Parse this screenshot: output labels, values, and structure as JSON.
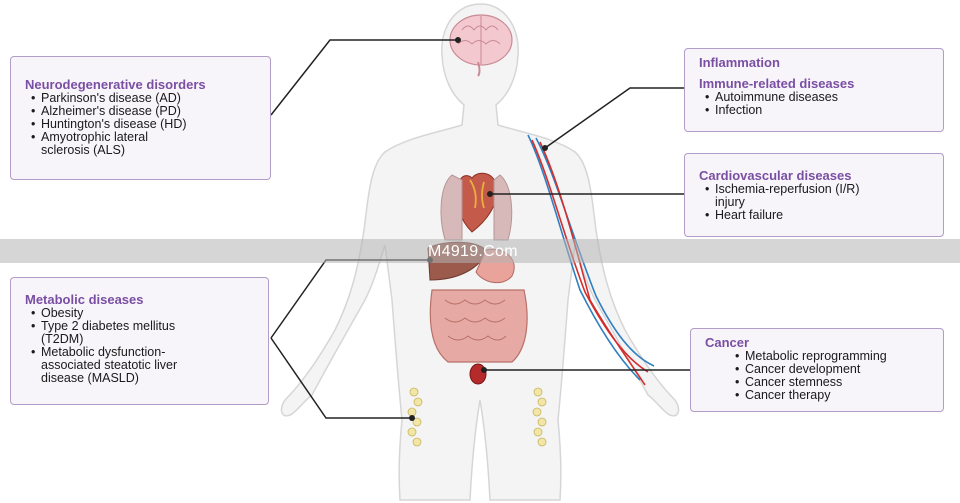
{
  "boxes": {
    "neuro": {
      "title": "Neurodegenerative disorders",
      "items": [
        "Parkinson's disease (AD)",
        "Alzheimer's disease (PD)",
        "Huntington's disease (HD)",
        "Amyotrophic lateral",
        "sclerosis (ALS)"
      ]
    },
    "inflammation": {
      "title": "Inflammation",
      "subtitle": "Immune-related diseases",
      "items": [
        "Autoimmune diseases",
        "Infection"
      ]
    },
    "cardio": {
      "title": "Cardiovascular diseases",
      "items": [
        "Ischemia-reperfusion (I/R)",
        "injury",
        "Heart failure"
      ]
    },
    "metabolic": {
      "title": "Metabolic diseases",
      "items": [
        "Obesity",
        "Type 2 diabetes mellitus",
        "(T2DM)",
        "Metabolic dysfunction-",
        "associated steatotic liver",
        "disease (MASLD)"
      ]
    },
    "cancer": {
      "title": "Cancer",
      "items": [
        "Metabolic reprogramming",
        "Cancer development",
        "Cancer stemness",
        "Cancer therapy"
      ]
    }
  },
  "watermark": "M4919.Com",
  "colors": {
    "title": "#7a4fa3",
    "border": "#b29cc8",
    "artery": "#d32f2f",
    "vein": "#2f7fc1"
  }
}
